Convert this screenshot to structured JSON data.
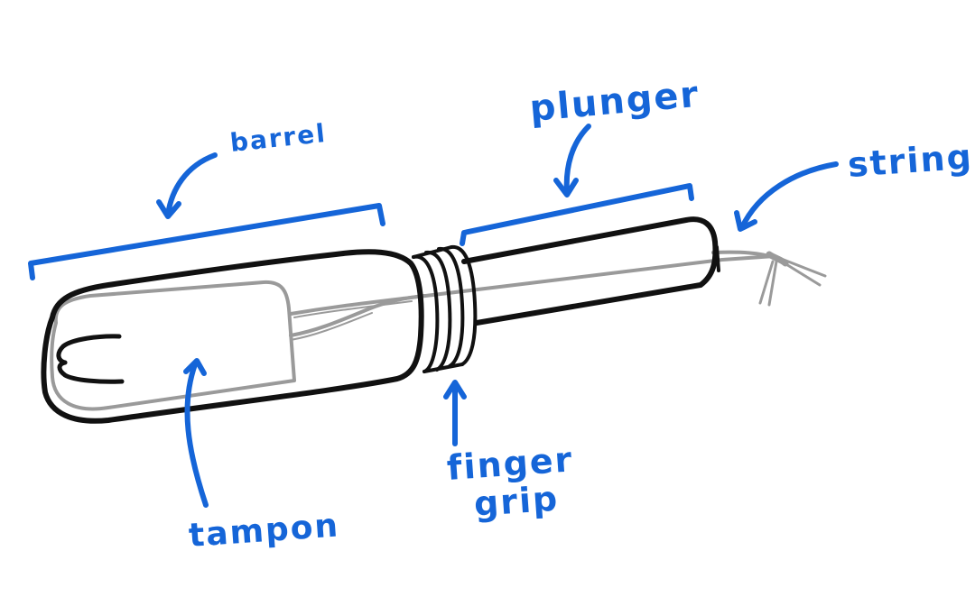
{
  "colors": {
    "ink": "#111111",
    "annotation": "#1565d8",
    "tampon": "#9a9a9a",
    "background": "#ffffff"
  },
  "labels": {
    "barrel": "barrel",
    "plunger": "plunger",
    "string": "string",
    "finger_grip_line1": "finger",
    "finger_grip_line2": "grip",
    "tampon": "tampon"
  }
}
